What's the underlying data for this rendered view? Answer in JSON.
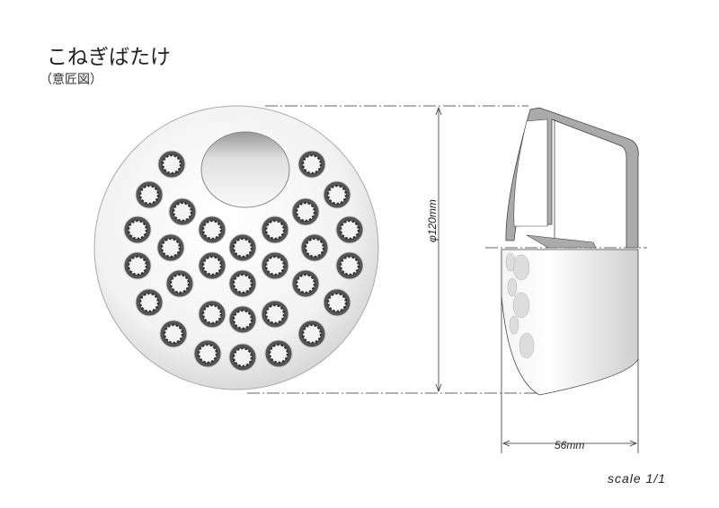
{
  "title": "こねぎばたけ",
  "subtitle": "（意匠図）",
  "dimensions": {
    "diameter": "φ120mm",
    "width": "56mm"
  },
  "scale": "scale  1/1"
}
